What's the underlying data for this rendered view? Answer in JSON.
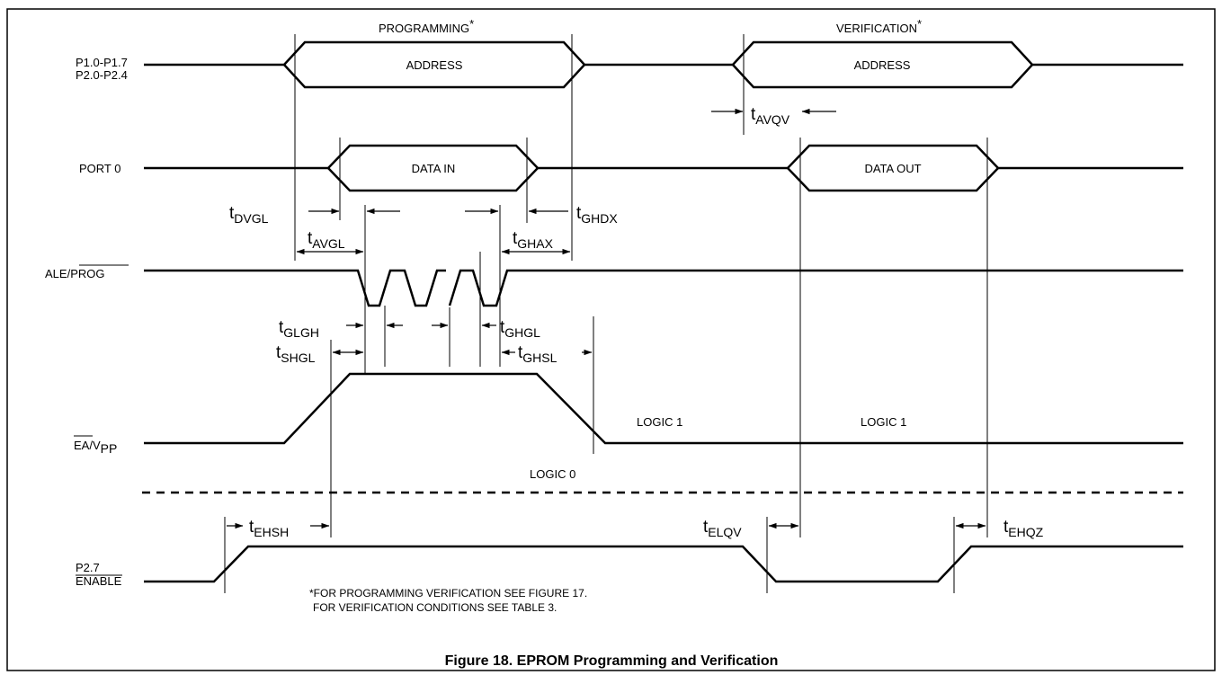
{
  "signals": {
    "p1_line1": "P1.0-P1.7",
    "p1_line2": "P2.0-P2.4",
    "port0": "PORT 0",
    "ale_prefix": "ALE/",
    "ale_bar": "PROG",
    "ea_bar": "EA",
    "ea_slash": "/V",
    "ea_sub": "PP",
    "p27_line1": "P2.7",
    "p27_bar": "ENABLE"
  },
  "phases": {
    "programming": "PROGRAMMING",
    "verification": "VERIFICATION",
    "star": "*"
  },
  "labels": {
    "address_prog": "ADDRESS",
    "address_verif": "ADDRESS",
    "data_in": "DATA IN",
    "data_out": "DATA OUT",
    "logic1_a": "LOGIC 1",
    "logic1_b": "LOGIC 1",
    "logic0": "LOGIC 0"
  },
  "timing": {
    "t": "t",
    "avqv": "AVQV",
    "dvgl": "DVGL",
    "ghdx": "GHDX",
    "avgl": "AVGL",
    "ghax": "GHAX",
    "glgh": "GLGH",
    "ghgl": "GHGL",
    "shgl": "SHGL",
    "ghsl": "GHSL",
    "ehsh": "EHSH",
    "elqv": "ELQV",
    "ehqz": "EHQZ"
  },
  "notes": {
    "line1": "*FOR PROGRAMMING VERIFICATION SEE FIGURE 17.",
    "line2": "FOR VERIFICATION CONDITIONS SEE TABLE 3."
  },
  "caption": "Figure 18.  EPROM Programming and Verification"
}
